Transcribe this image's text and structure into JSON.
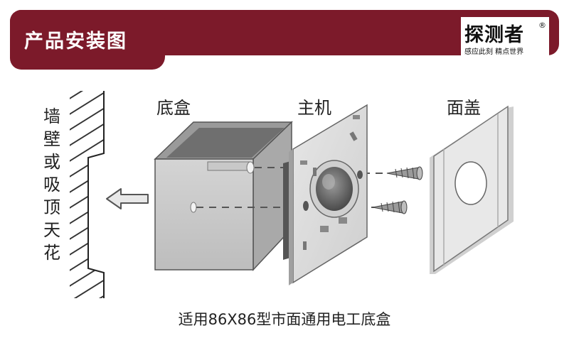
{
  "header": {
    "title": "产品安装图",
    "accent_color": "#7c1a2a"
  },
  "brand": {
    "name": "探测者",
    "registered_mark": "®",
    "slogan": "感应此刻 精点世界"
  },
  "diagram": {
    "wall_label_chars": [
      "墙",
      "壁",
      "或",
      "吸",
      "顶",
      "天",
      "花"
    ],
    "parts": {
      "base_box": "底盒",
      "main_unit": "主机",
      "cover": "面盖"
    },
    "icons": [
      "arrow-left-icon",
      "screw-icon"
    ]
  },
  "caption": "适用86X86型市面通用电工底盒"
}
